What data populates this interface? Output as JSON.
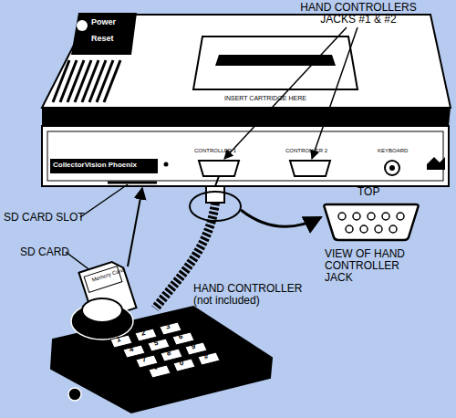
{
  "diagram": {
    "labels": [
      "HAND CONTROLLERS JACKS #1 & #2",
      "Power",
      "Reset",
      "INSERT CARTRIDGE HERE",
      "CollectorVision Phoenix",
      "CONTROLLER 1",
      "CONTROLLER 2",
      "KEYBOARD",
      "SD CARD SLOT",
      "SD CARD",
      "Memory Card",
      "TOP",
      "VIEW OF HAND CONTROLLER JACK",
      "HAND CONTROLLER (not included)",
      "1",
      "2",
      "3",
      "4",
      "5",
      "6",
      "7",
      "8",
      "9",
      "*",
      "0",
      "#"
    ]
  }
}
